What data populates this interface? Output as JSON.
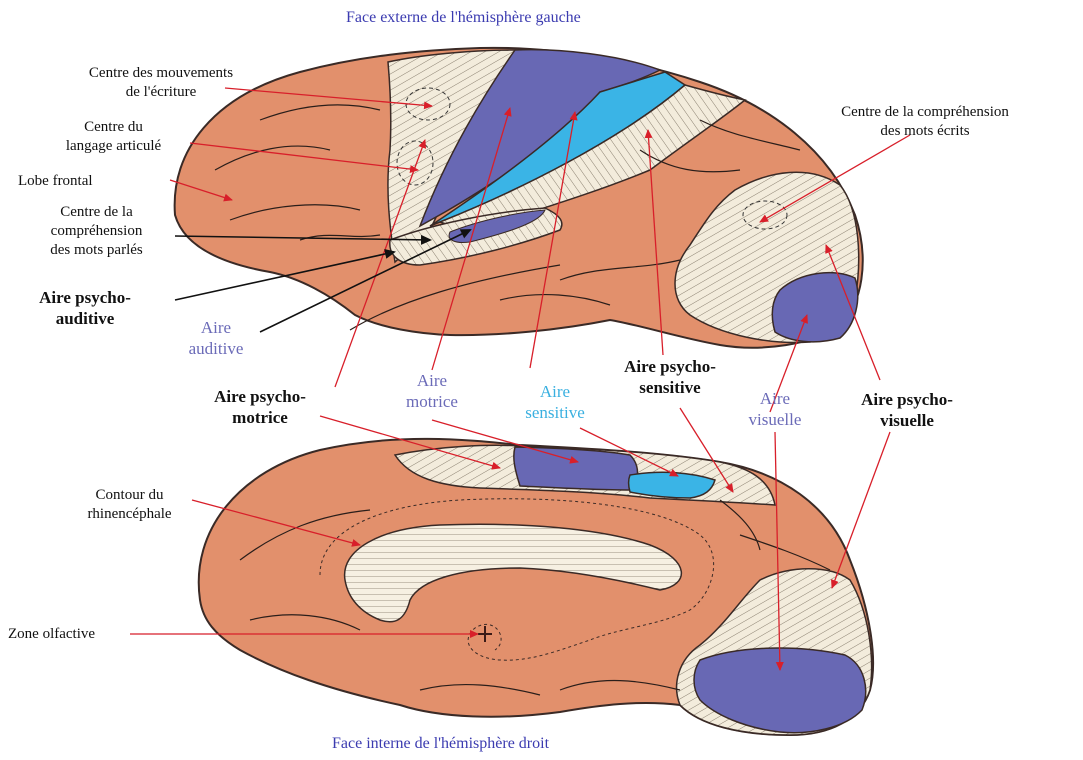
{
  "titles": {
    "top": "Face externe de l'hémisphère gauche",
    "bottom": "Face interne de l'hémisphère droit"
  },
  "labels": {
    "mouvements_ecriture": [
      "Centre des mouvements",
      "de l'écriture"
    ],
    "langage_articule": [
      "Centre du",
      "langage articulé"
    ],
    "lobe_frontal": [
      "Lobe frontal"
    ],
    "comprehension_mots_parles": [
      "Centre de la",
      "compréhension",
      "des mots parlés"
    ],
    "comprehension_mots_ecrits": [
      "Centre de la compréhension",
      "des mots écrits"
    ],
    "aire_psycho_auditive": [
      "Aire psycho-",
      "auditive"
    ],
    "aire_auditive": [
      "Aire",
      "auditive"
    ],
    "aire_psycho_motrice": [
      "Aire psycho-",
      "motrice"
    ],
    "aire_motrice": [
      "Aire",
      "motrice"
    ],
    "aire_sensitive": [
      "Aire",
      "sensitive"
    ],
    "aire_psycho_sensitive": [
      "Aire psycho-",
      "sensitive"
    ],
    "aire_visuelle": [
      "Aire",
      "visuelle"
    ],
    "aire_psycho_visuelle": [
      "Aire psycho-",
      "visuelle"
    ],
    "contour_rhinencephale": [
      "Contour du",
      "rhinencéphale"
    ],
    "zone_olfactive": [
      "Zone olfactive"
    ]
  },
  "colors": {
    "cortex": "#e2906c",
    "cortex_edge": "#3a2a26",
    "hatched_bg": "#f3ecdc",
    "hatch_line": "#8a8070",
    "motor": "#6868b4",
    "sensory": "#3ab4e6",
    "arrow_red": "#d81f2a",
    "arrow_black": "#111111",
    "caption": "#3b3bb0"
  }
}
